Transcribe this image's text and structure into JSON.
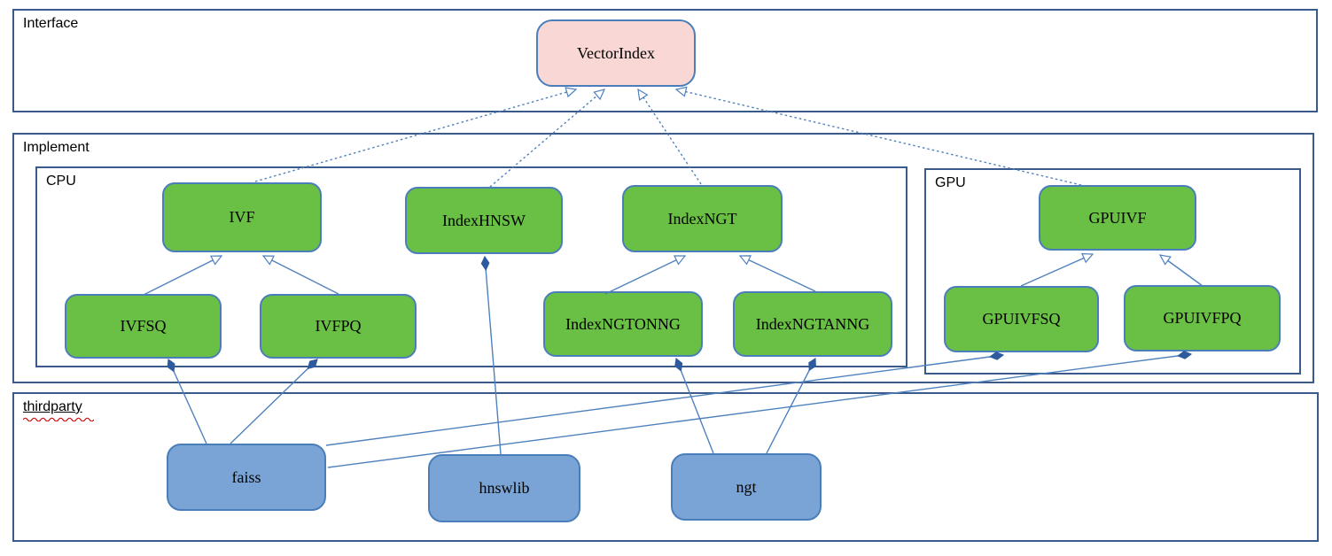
{
  "diagram": {
    "containers": {
      "interface": "Interface",
      "implement": "Implement",
      "cpu": "CPU",
      "gpu": "GPU",
      "thirdparty": "thirdparty"
    },
    "nodes": {
      "vectorindex": "VectorIndex",
      "ivf": "IVF",
      "indexhnsw": "IndexHNSW",
      "indexngt": "IndexNGT",
      "ivfsq": "IVFSQ",
      "ivfpq": "IVFPQ",
      "indexngtonng": "IndexNGTONNG",
      "indexngtanng": "IndexNGTANNG",
      "gpuivf": "GPUIVF",
      "gpuivfsq": "GPUIVFSQ",
      "gpuivfpq": "GPUIVFPQ",
      "faiss": "faiss",
      "hnswlib": "hnswlib",
      "ngt": "ngt"
    },
    "relationships": [
      {
        "from": "IVF",
        "to": "VectorIndex",
        "type": "realization"
      },
      {
        "from": "IndexHNSW",
        "to": "VectorIndex",
        "type": "realization"
      },
      {
        "from": "IndexNGT",
        "to": "VectorIndex",
        "type": "realization"
      },
      {
        "from": "GPUIVF",
        "to": "VectorIndex",
        "type": "realization"
      },
      {
        "from": "IVFSQ",
        "to": "IVF",
        "type": "generalization"
      },
      {
        "from": "IVFPQ",
        "to": "IVF",
        "type": "generalization"
      },
      {
        "from": "IndexNGTONNG",
        "to": "IndexNGT",
        "type": "generalization"
      },
      {
        "from": "IndexNGTANNG",
        "to": "IndexNGT",
        "type": "generalization"
      },
      {
        "from": "GPUIVFSQ",
        "to": "GPUIVF",
        "type": "generalization"
      },
      {
        "from": "GPUIVFPQ",
        "to": "GPUIVF",
        "type": "generalization"
      },
      {
        "from": "faiss",
        "to": "IVFSQ",
        "type": "composition"
      },
      {
        "from": "faiss",
        "to": "IVFPQ",
        "type": "composition"
      },
      {
        "from": "faiss",
        "to": "GPUIVFSQ",
        "type": "composition"
      },
      {
        "from": "faiss",
        "to": "GPUIVFPQ",
        "type": "composition"
      },
      {
        "from": "hnswlib",
        "to": "IndexHNSW",
        "type": "composition"
      },
      {
        "from": "ngt",
        "to": "IndexNGTONNG",
        "type": "composition"
      },
      {
        "from": "ngt",
        "to": "IndexNGTANNG",
        "type": "composition"
      }
    ],
    "colors": {
      "connector_blue": "#4f81bd",
      "container_border": "#3a5a8c",
      "node_border": "#4a7ebb",
      "green_fill": "#6abf45",
      "pink_fill": "#f8d7d4",
      "blue_fill": "#7aa4d6",
      "diamond_fill": "#2e5b9e",
      "squiggle_red": "#cc0000"
    }
  }
}
